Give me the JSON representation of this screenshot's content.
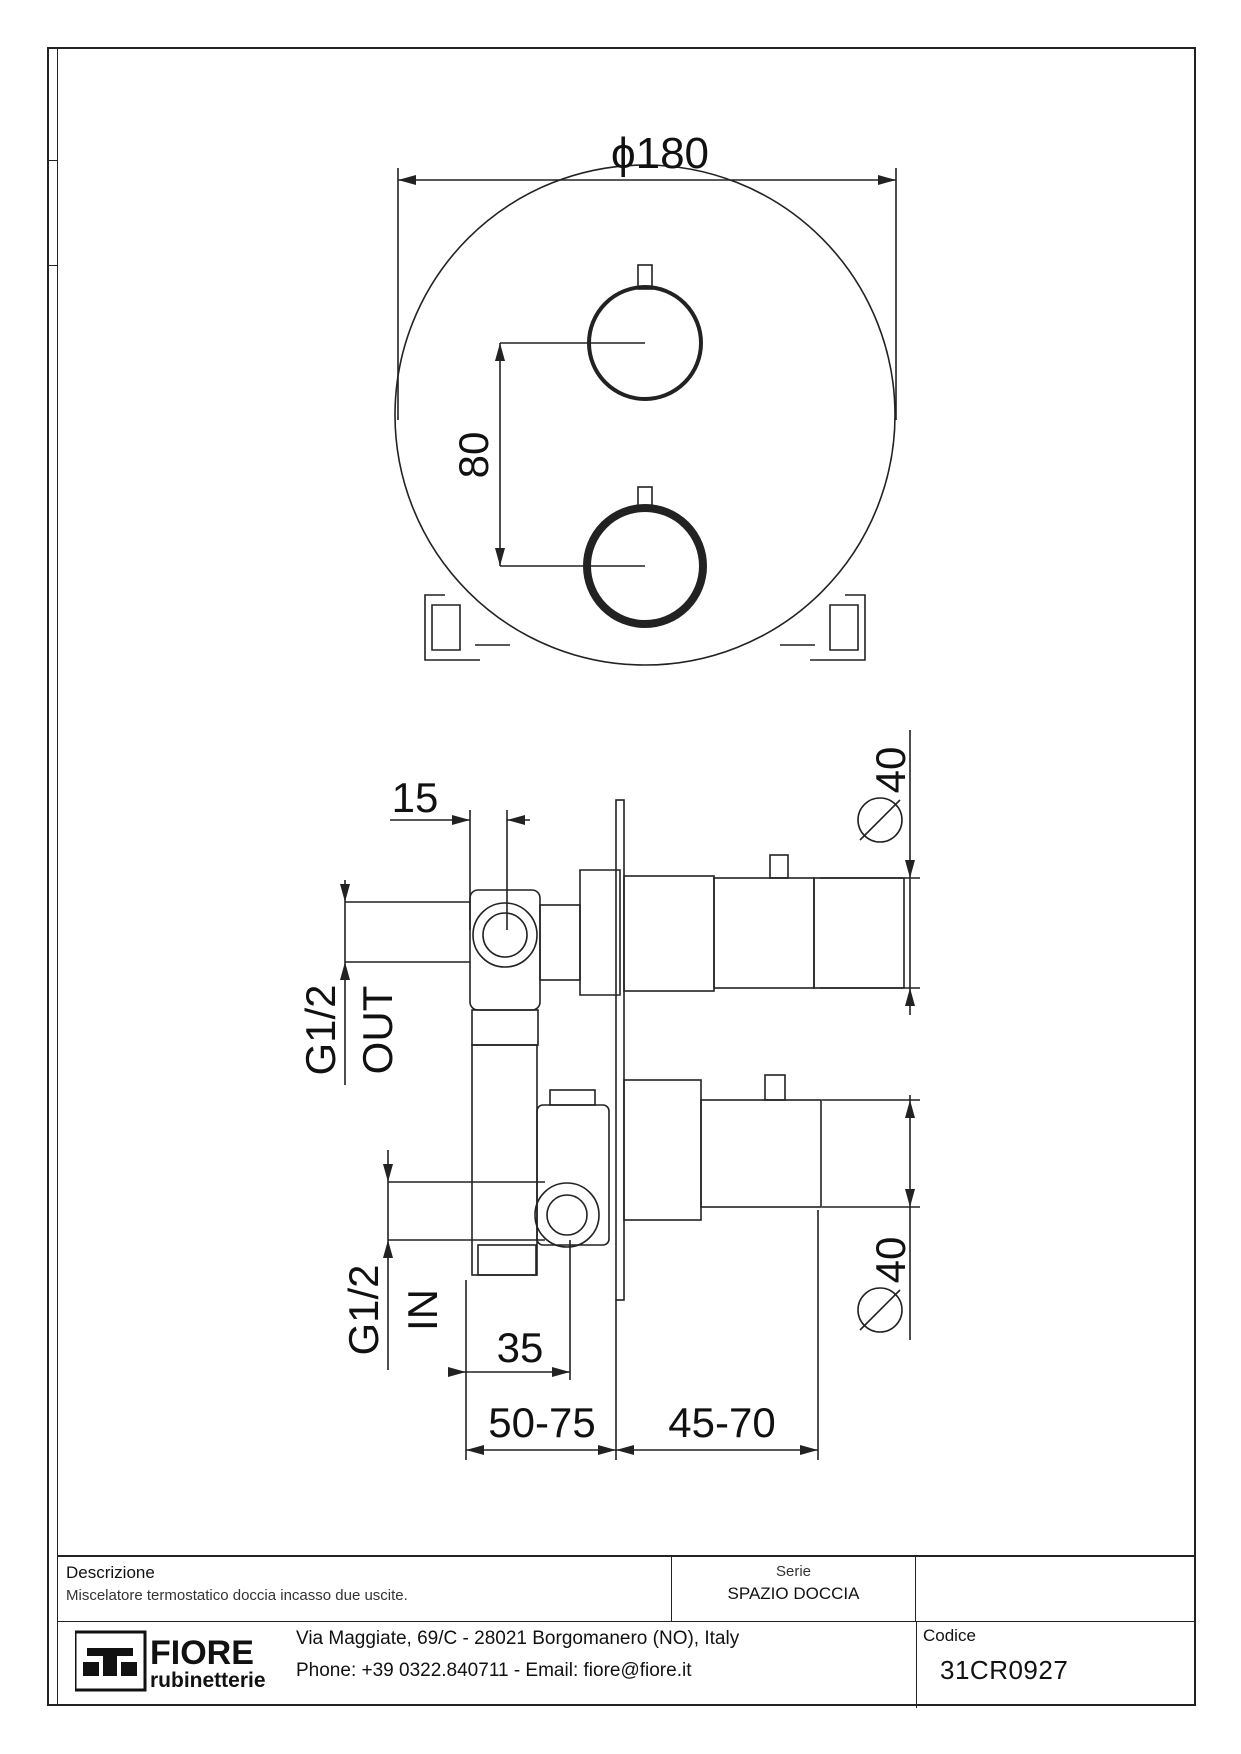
{
  "drawing": {
    "dim_diameter": "ϕ180",
    "dim_handle_spacing": "80",
    "dim_outlet_offset": "15",
    "dim_knob_diameter_top": "40",
    "dim_knob_diameter_bottom": "40",
    "dim_inlet_offset": "35",
    "dim_body_depth": "50-75",
    "dim_projection": "45-70",
    "label_out_size": "G1/2",
    "label_out": "OUT",
    "label_in_size": "G1/2",
    "label_in": "IN",
    "diameter_symbol": "∅"
  },
  "title_block": {
    "descrizione_label": "Descrizione",
    "descrizione_value": "Miscelatore termostatico doccia incasso due uscite.",
    "serie_label": "Serie",
    "serie_value": "SPAZIO DOCCIA",
    "codice_label": "Codice",
    "codice_value": "31CR0927",
    "brand_name": "FIORE",
    "brand_sub": "rubinetterie",
    "address": "Via Maggiate, 69/C - 28021 Borgomanero (NO), Italy",
    "contact": "Phone: +39 0322.840711 - Email: fiore@fiore.it"
  },
  "colors": {
    "line": "#222222",
    "background": "#ffffff"
  }
}
